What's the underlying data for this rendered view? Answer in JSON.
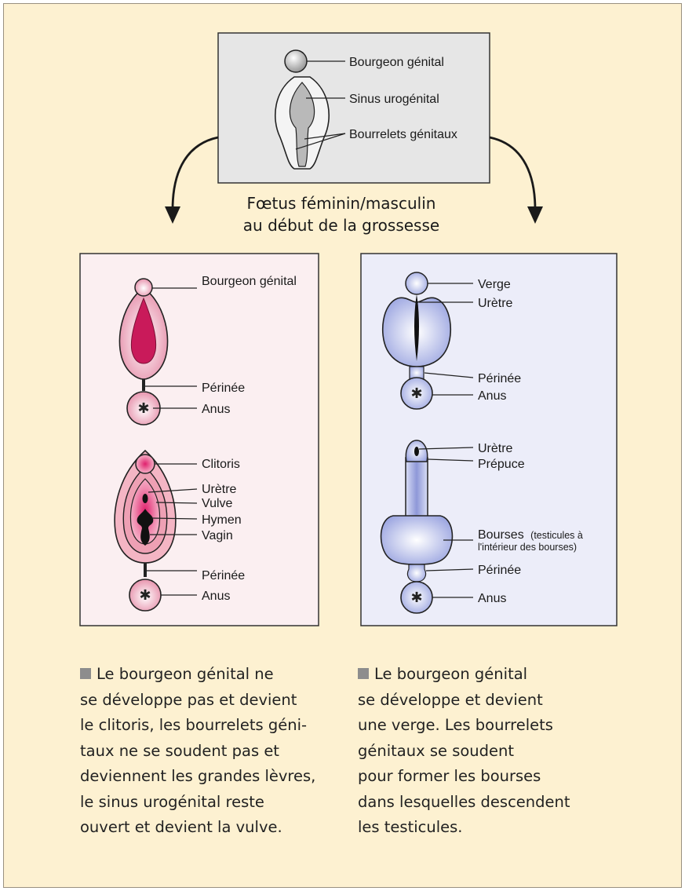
{
  "colors": {
    "background": "#fdf1d1",
    "top_box": "#e6e6e6",
    "female_box": "#fbeff1",
    "male_box": "#ecedf9",
    "female_pink": "#c91a5a",
    "female_light": "#f4b5c4",
    "male_blue": "#aab3e4"
  },
  "top_diagram": {
    "labels": {
      "genital_tubercle": "Bourgeon génital",
      "urogenital_sinus": "Sinus urogénital",
      "genital_folds": "Bourrelets génitaux"
    },
    "caption_lines": [
      "Fœtus féminin/masculin",
      "au début de la grossesse"
    ]
  },
  "female": {
    "early": {
      "genital_tubercle": "Bourgeon génital",
      "perineum": "Périnée",
      "anus": "Anus"
    },
    "late": {
      "clitoris": "Clitoris",
      "urethra": "Urètre",
      "vulva": "Vulve",
      "hymen": "Hymen",
      "vagina": "Vagin",
      "perineum": "Périnée",
      "anus": "Anus"
    },
    "description_lines": [
      "Le bourgeon génital ne",
      "se développe pas et devient",
      "le clitoris, les bourrelets géni-",
      "taux ne se soudent pas et",
      "deviennent les grandes lèvres,",
      "le sinus urogénital reste",
      "ouvert et devient la vulve."
    ]
  },
  "male": {
    "early": {
      "penis": "Verge",
      "urethra": "Urètre",
      "perineum": "Périnée",
      "anus": "Anus"
    },
    "late": {
      "urethra": "Urètre",
      "foreskin": "Prépuce",
      "scrotum": "Bourses",
      "scrotum_note_1": "(testicules à",
      "scrotum_note_2": "l'intérieur des bourses)",
      "perineum": "Périnée",
      "anus": "Anus"
    },
    "description_lines": [
      "Le bourgeon génital",
      "se développe et devient",
      "une verge. Les bourrelets",
      "génitaux se soudent",
      "pour former les bourses",
      "dans lesquelles descendent",
      "les testicules."
    ]
  }
}
